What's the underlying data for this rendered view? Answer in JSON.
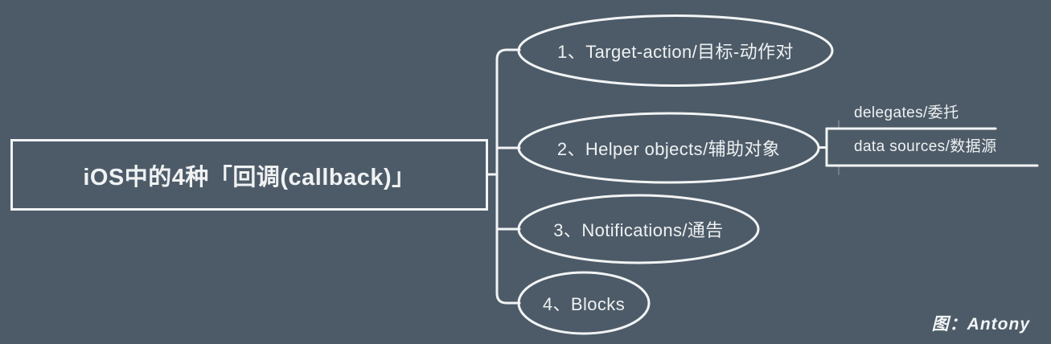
{
  "root": {
    "label": "iOS中的4种「回调(callback)」"
  },
  "nodes": [
    {
      "label": "1、Target-action/目标-动作对"
    },
    {
      "label": "2、Helper objects/辅助对象"
    },
    {
      "label": "3、Notifications/通告"
    },
    {
      "label": "4、Blocks"
    }
  ],
  "subnodes": [
    {
      "label": "delegates/委托"
    },
    {
      "label": "data sources/数据源"
    }
  ],
  "signature": "图：Antony",
  "colors": {
    "background": "#4d5b68",
    "line": "#f2f4f5",
    "text": "#eef1f2"
  }
}
